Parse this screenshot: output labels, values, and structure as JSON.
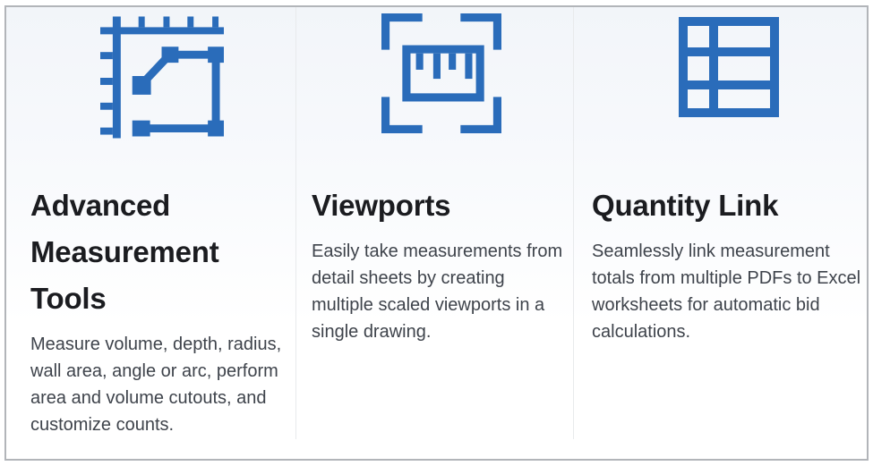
{
  "colors": {
    "accent": "#2a6cba",
    "heading": "#1b1c20",
    "body": "#3e434b",
    "divider": "#e8eaec",
    "frame_border": "#b2b5b9",
    "background_top": "#f2f5f9",
    "background_bottom": "#ffffff"
  },
  "features": [
    {
      "icon": "measurement-tools-icon",
      "title": "Advanced Measurement Tools",
      "description": "Measure volume, depth, radius, wall area, angle or arc, perform area and volume cutouts, and customize counts."
    },
    {
      "icon": "viewports-icon",
      "title": "Viewports",
      "description": "Easily take measurements from detail sheets by creating multiple scaled viewports in a single drawing."
    },
    {
      "icon": "quantity-link-icon",
      "title": "Quantity Link",
      "description": "Seamlessly link measurement totals from multiple PDFs to Excel worksheets for automatic bid calculations."
    }
  ]
}
